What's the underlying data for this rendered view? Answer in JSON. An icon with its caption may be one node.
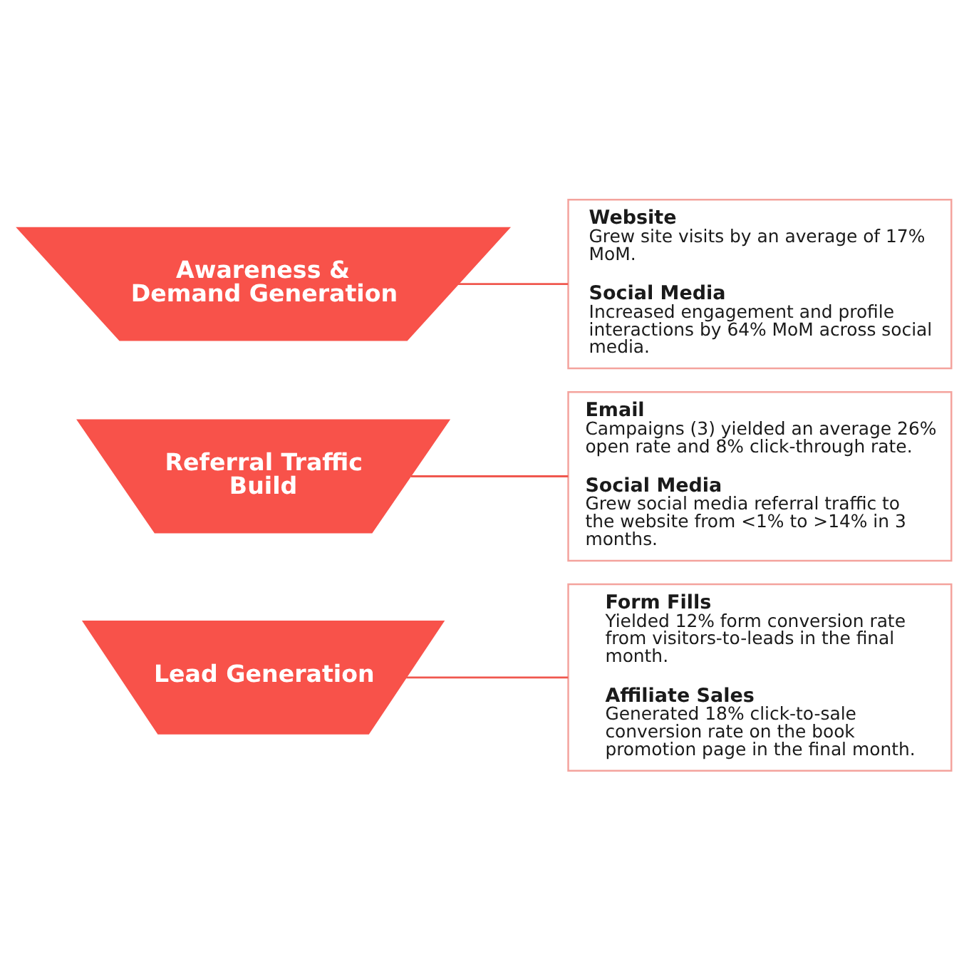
{
  "diagram": {
    "nodes": [
      {
        "text": [
          "Awareness & Demand Generation"
        ]
      },
      {
        "text": [
          "Referral Traffic Build"
        ]
      },
      {
        "text": [
          "Lead Generation"
        ]
      },
      {
        "text": [
          "Website",
          "Grew site visits by an average of 17% MoM.",
          "Social Media",
          "Increased engagement and profile interactions by 64% MoM across social media."
        ]
      },
      {
        "text": [
          "Email",
          "Campaigns (3) yielded an average 26% open rate and 8% click-through rate.",
          "Social Media",
          "Grew social media referral traffic to the website from <1% to >14% in 3 months."
        ]
      },
      {
        "text": [
          "Form Fills",
          "Yielded 12% form conversion rate from visitors-to-leads in the final month.",
          "Affiliate Sales",
          "Generated 18% click-to-sale conversion rate on the book promotion page in the final month."
        ]
      }
    ],
    "edges": [
      {
        "from": 0,
        "to": 3,
        "arrow": "none"
      },
      {
        "from": 1,
        "to": 4,
        "arrow": "none"
      },
      {
        "from": 2,
        "to": 5,
        "arrow": "none"
      }
    ]
  }
}
